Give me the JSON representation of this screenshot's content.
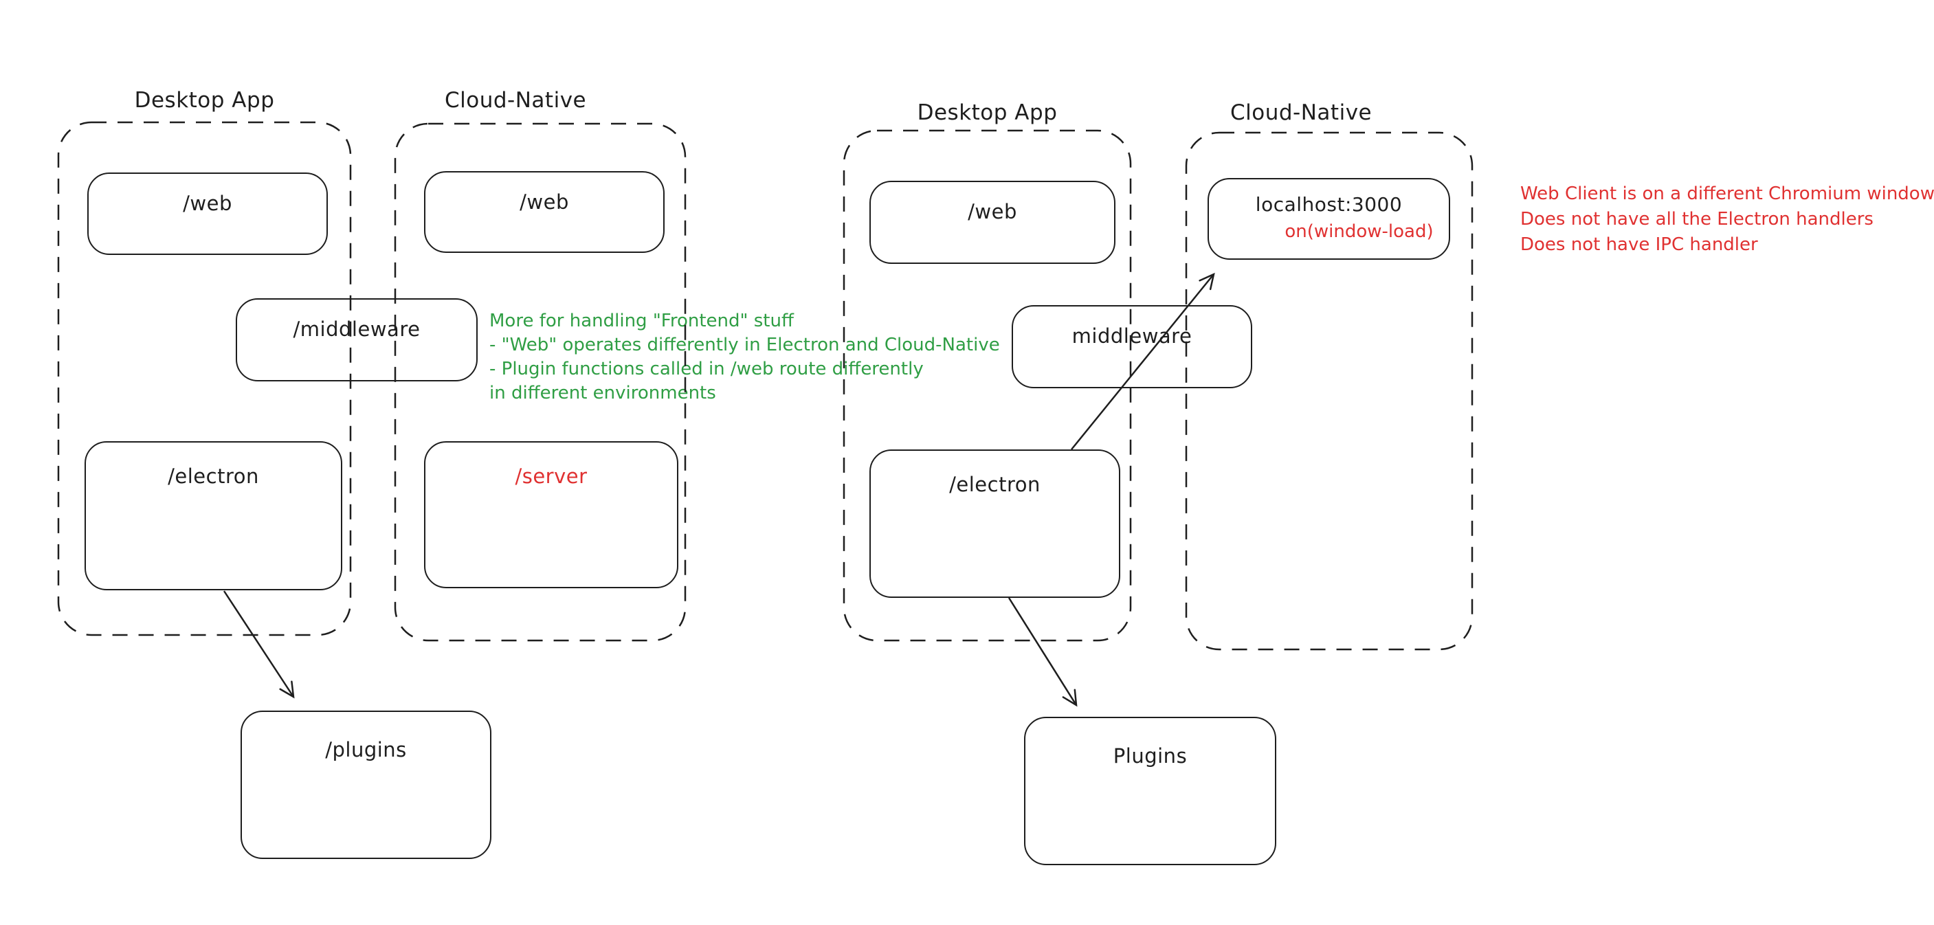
{
  "colors": {
    "stroke": "#1e1e1e",
    "red": "#e03131",
    "green": "#2f9e44",
    "background": "#ffffff"
  },
  "left_diagram": {
    "desktop_app": {
      "label": "Desktop App",
      "web_box": "/web",
      "electron_box": "/electron"
    },
    "cloud_native": {
      "label": "Cloud-Native",
      "web_box": "/web",
      "server_box": "/server"
    },
    "middleware_box": "/middleware",
    "plugins_box": "/plugins",
    "green_note": {
      "lines": [
        "More for handling \"Frontend\" stuff",
        "- \"Web\" operates differently in Electron and Cloud-Native",
        "- Plugin functions called in /web route differently",
        "in different environments"
      ]
    }
  },
  "right_diagram": {
    "desktop_app": {
      "label": "Desktop App",
      "web_box": "/web",
      "electron_box": "/electron"
    },
    "cloud_native": {
      "label": "Cloud-Native",
      "localhost_box": "localhost:3000",
      "window_load_label": "on(window-load)"
    },
    "middleware_box": "middleware",
    "plugins_box": "Plugins",
    "red_note": {
      "lines": [
        "Web Client is on a different Chromium window",
        "Does not have all the Electron handlers",
        "Does not have IPC handler"
      ]
    }
  }
}
